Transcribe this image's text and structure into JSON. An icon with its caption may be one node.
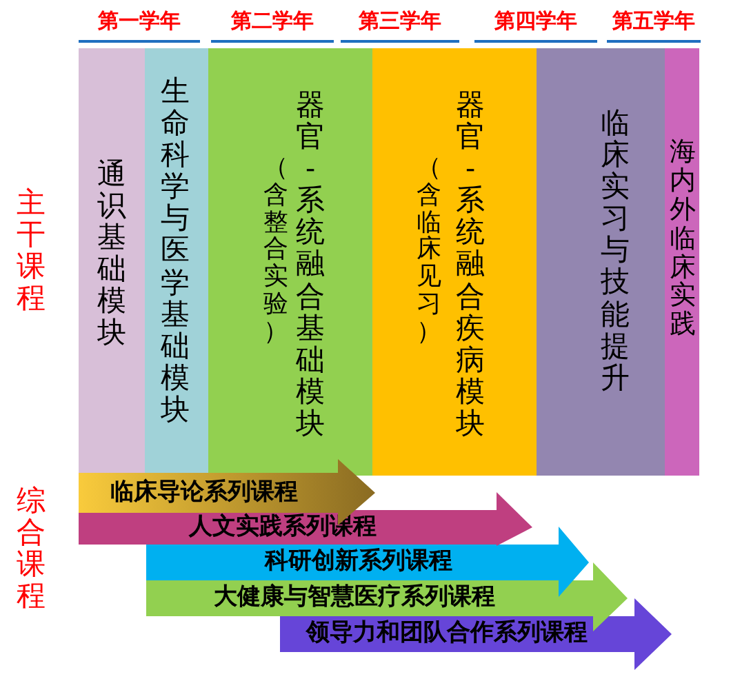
{
  "diagram": {
    "nodes": [
      {
        "text": [
          "通识基础模块"
        ]
      },
      {
        "text": [
          "生命科学与医学基础模块"
        ]
      },
      {
        "text": [
          "（含整合实验）",
          "器官-系统融合基础模块"
        ]
      },
      {
        "text": [
          "（含临床见习）",
          "器官-系统融合疾病模块"
        ]
      },
      {
        "text": [
          "临床实习与技能提升"
        ]
      },
      {
        "text": [
          "海内外临床实践"
        ]
      },
      {
        "text": [
          "临床导论系列课程"
        ]
      },
      {
        "text": [
          "人文实践系列课程"
        ]
      },
      {
        "text": [
          "科研创新系列课程"
        ]
      },
      {
        "text": [
          "大健康与智慧医疗系列课程"
        ]
      },
      {
        "text": [
          "领导力和团队合作系列课程"
        ]
      }
    ],
    "labels": [
      "第一学年",
      "第二学年",
      "第三学年",
      "第四学年",
      "第五学年",
      "主干课程",
      "综合课程"
    ]
  }
}
